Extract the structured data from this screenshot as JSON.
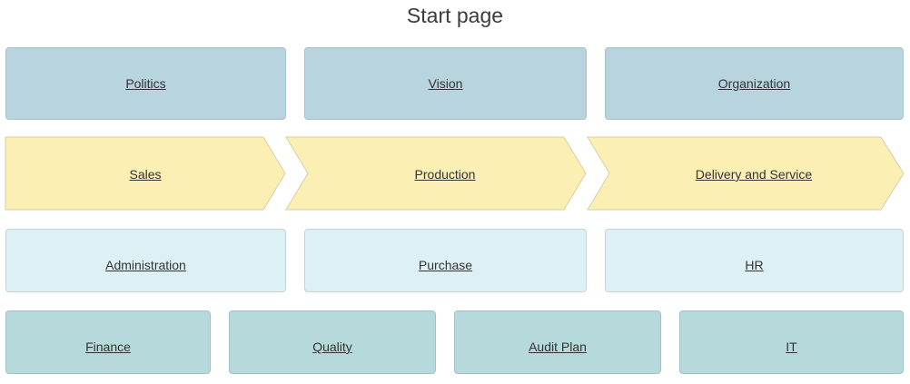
{
  "page": {
    "title": "Start page"
  },
  "management": {
    "items": [
      {
        "label": "Politics"
      },
      {
        "label": "Vision"
      },
      {
        "label": "Organization"
      }
    ]
  },
  "core_processes": {
    "items": [
      {
        "label": "Sales"
      },
      {
        "label": "Production"
      },
      {
        "label": "Delivery and Service"
      }
    ]
  },
  "support": {
    "items": [
      {
        "label": "Administration"
      },
      {
        "label": "Purchase"
      },
      {
        "label": "HR"
      }
    ]
  },
  "resources": {
    "items": [
      {
        "label": "Finance"
      },
      {
        "label": "Quality"
      },
      {
        "label": "Audit Plan"
      },
      {
        "label": "IT"
      }
    ]
  },
  "colors": {
    "management": "#b8d5df",
    "core": "#fcefb4",
    "support": "#ddf1f4",
    "resources": "#b6dadb"
  }
}
